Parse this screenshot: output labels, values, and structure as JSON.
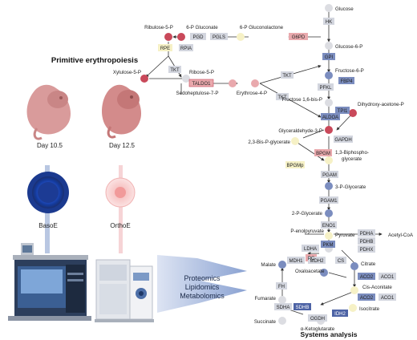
{
  "left_panel": {
    "title": "Primitive erythropoiesis",
    "embryos": [
      {
        "day": "Day 10.5",
        "cell": "BasoE"
      },
      {
        "day": "Day 12.5",
        "cell": "OrthoE"
      }
    ],
    "omics": [
      "Proteomics",
      "Lipidomics",
      "Metabolomics"
    ]
  },
  "right_panel": {
    "title": "Systems analysis",
    "metabolites": {
      "glucose": "Glucose",
      "glucose_6p": "Glucose-6-P",
      "six_p_gluconolactone": "6-P Gluconolactone",
      "six_p_gluconate": "6-P Gluconate",
      "ribulose_5p": "Ribulose-5-P",
      "xylulose_5p": "Xylulose-5-P",
      "ribose_5p": "Ribose-5-P",
      "sedoheptulose_7p": "Sedoheptulose-7-P",
      "erythrose_4p": "Erythrose-4-P",
      "fructose_6p": "Fructose-6-P",
      "fructose_16bisp": "Fructose 1,6-bis-P",
      "dhap": "Dihydroxy-acetone-P",
      "g3p": "Glyceraldehyde-3-P",
      "bpg13_line1": "1,3-Biphospho-",
      "bpg13_line2": "glycerate",
      "bpg23": "2,3-Bis-P-glycerate",
      "pg3": "3-P-Glycerate",
      "pg2": "2-P-Glycerate",
      "pep": "P-enolpyruvate",
      "pyruvate": "Pyruvate",
      "acetyl_coa": "Acetyl-CoA",
      "oxaloacetate": "Oxaloacetate",
      "citrate": "Citrate",
      "malate": "Malate",
      "cis_aconitate": "Cis-Aconitate",
      "fumarate": "Fumarate",
      "isocitrate": "Isocitrate",
      "succinate": "Succinate",
      "akg": "α-Ketoglutarate"
    },
    "enzymes": {
      "hk": "HK",
      "g6pd": "G6PD",
      "pgls": "PGLS",
      "pgd": "PGD",
      "rpe": "RPE",
      "rpia": "RPIA",
      "tkt1": "TKT",
      "taldo1": "TALDO1",
      "tkt2": "TKT",
      "tkt3": "TKT",
      "gpi": "GPI",
      "pfkl": "PFKL",
      "fbp4": "FBP4",
      "aldoa": "ALDOA",
      "tpi1": "TPI1",
      "gapdh": "GAPDH",
      "bpgm1": "BPGM",
      "pgam": "PGAM",
      "bpgmp": "BPGMp",
      "pgam1": "PGAM1",
      "eno1": "ENO1",
      "pkm": "PKM",
      "ldha": "LDHA",
      "pc": "PC",
      "pdha": "PDHA",
      "pdhb": "PDHB",
      "pdhx": "PDHX",
      "mdh1": "MDH1",
      "mdh2": "MDH2",
      "cs": "CS",
      "aco1a": "ACO1",
      "aco2a": "ACO2",
      "aco2b": "ACO2",
      "aco1b": "ACO1",
      "fh": "FH",
      "sdha": "SDHA",
      "sdhb": "SDHB",
      "ogdh": "OGDH",
      "idh2": "IDH2"
    }
  },
  "colors": {
    "up_red": "#c9495a",
    "up_pink": "#e9a9ad",
    "down_blue": "#7b8dbf",
    "down_dark": "#4d63a5",
    "neutral": "#dcdde2",
    "yellow": "#f6f1c6",
    "enzyme_neutral": "#d3d6df"
  }
}
